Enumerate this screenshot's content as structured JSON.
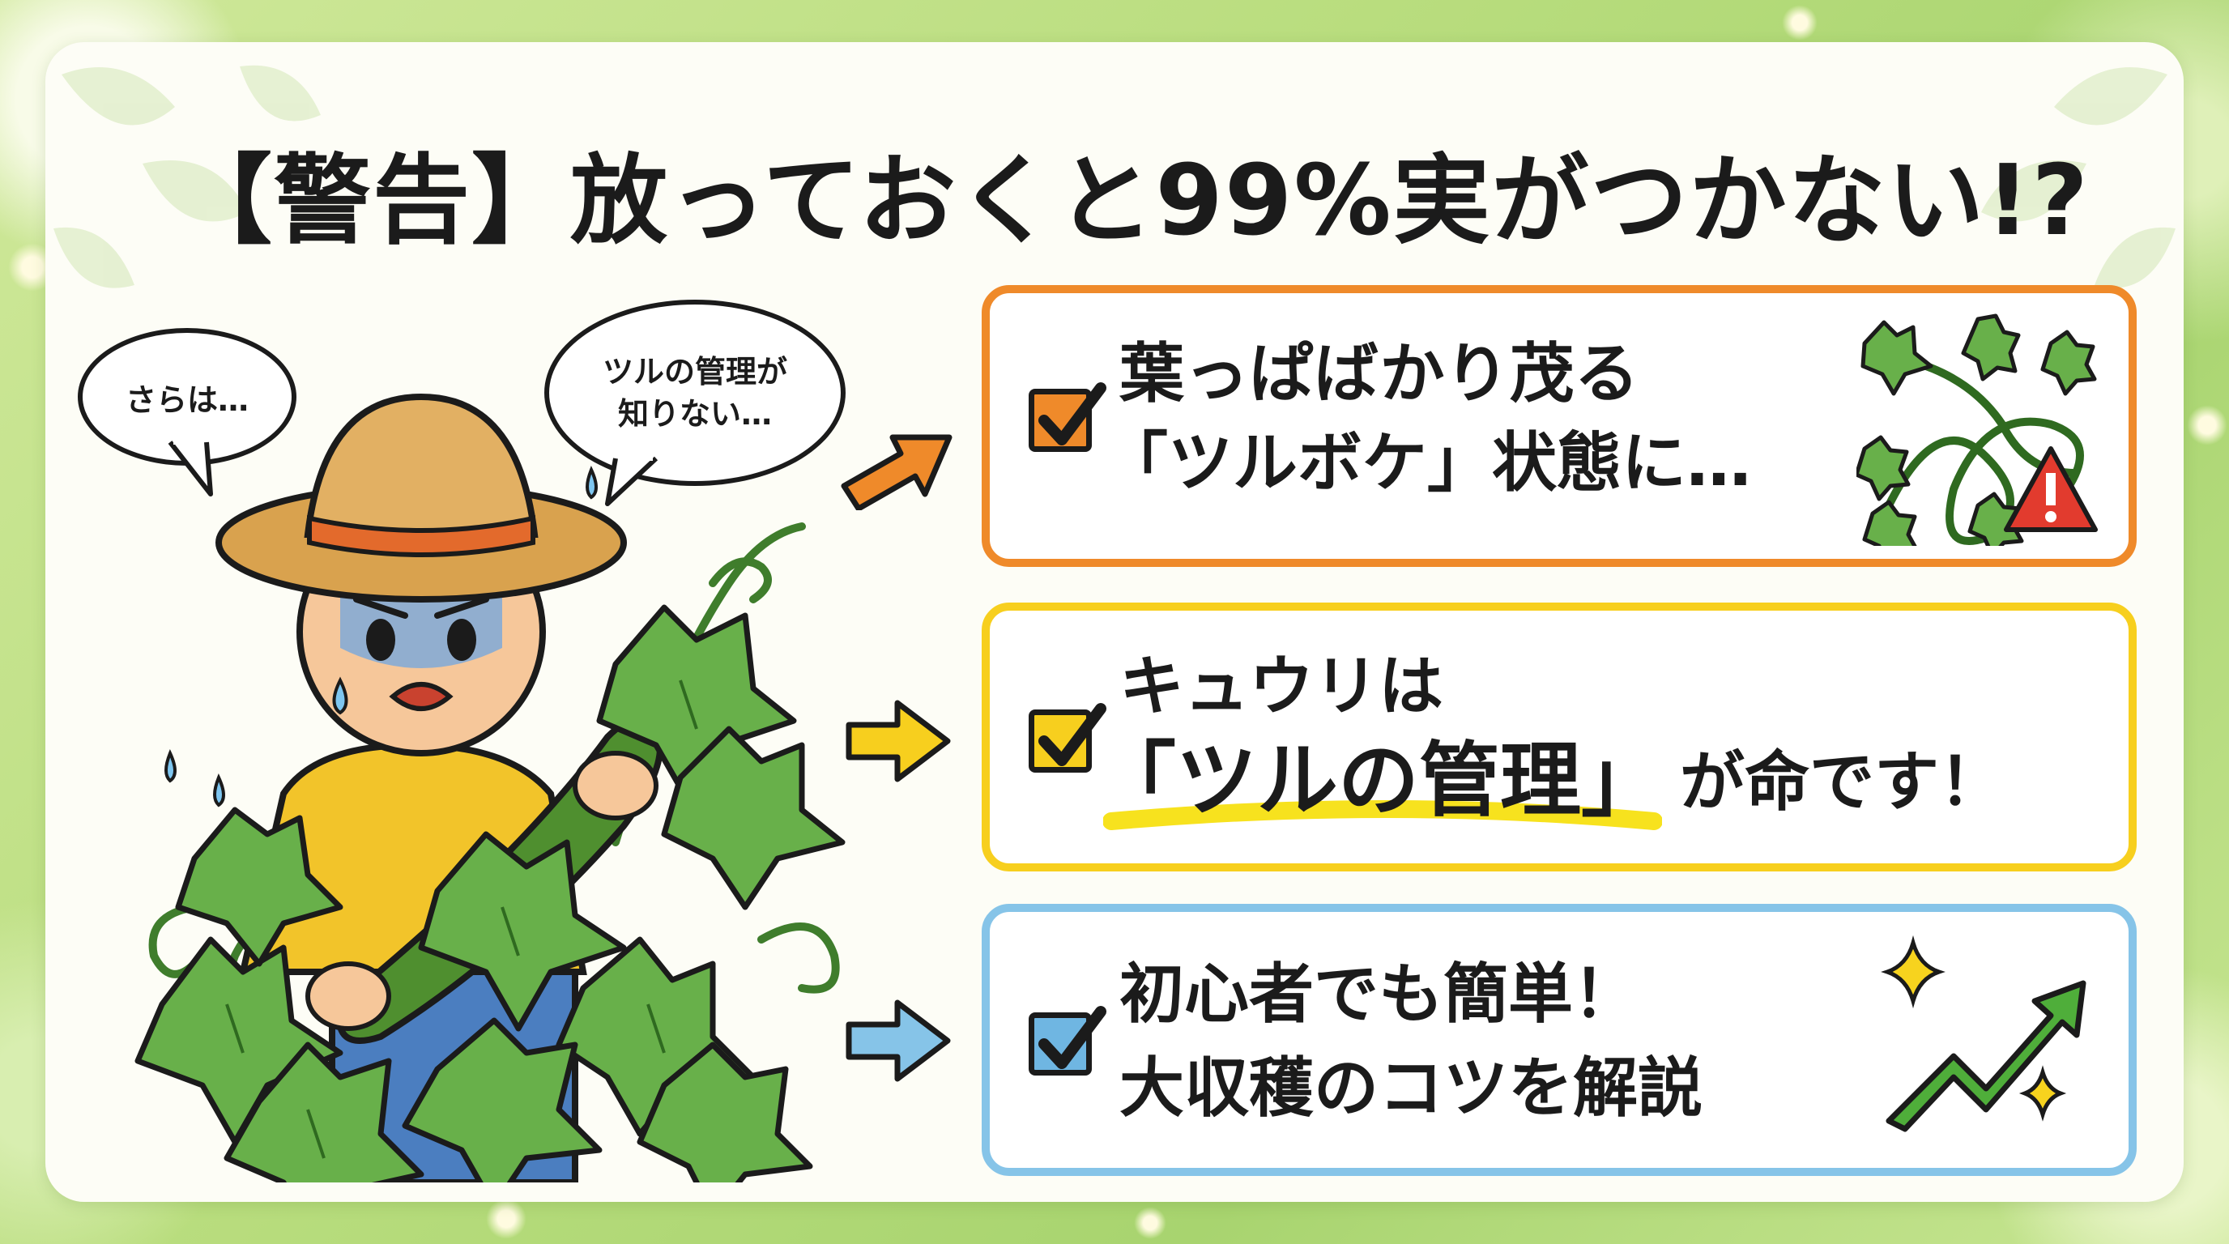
{
  "title": "【警告】放っておくと99%実がつかない!?",
  "bubbles": {
    "left": "さらは…",
    "right_line1": "ツルの管理が",
    "right_line2": "知りない…"
  },
  "panels": [
    {
      "line1": "葉っぱばかり茂る",
      "line2": "「ツルボケ」状態に…",
      "icon": "tangled-vine-warning-icon",
      "color": "#ef8a2a"
    },
    {
      "line1": "キュウリは",
      "line2_a": "「ツルの管理」",
      "line2_b": "が命です！",
      "color": "#f7cf1e"
    },
    {
      "line1": "初心者でも簡単！",
      "line2": "大収穫のコツを解説",
      "icon": "growth-arrow-sparkle-icon",
      "color": "#86c4e8"
    }
  ],
  "colors": {
    "accent_orange": "#ef8a2a",
    "accent_yellow": "#f7cf1e",
    "accent_blue": "#86c4e8",
    "leaf_green": "#5aa845",
    "warning_red": "#e23b2e"
  }
}
